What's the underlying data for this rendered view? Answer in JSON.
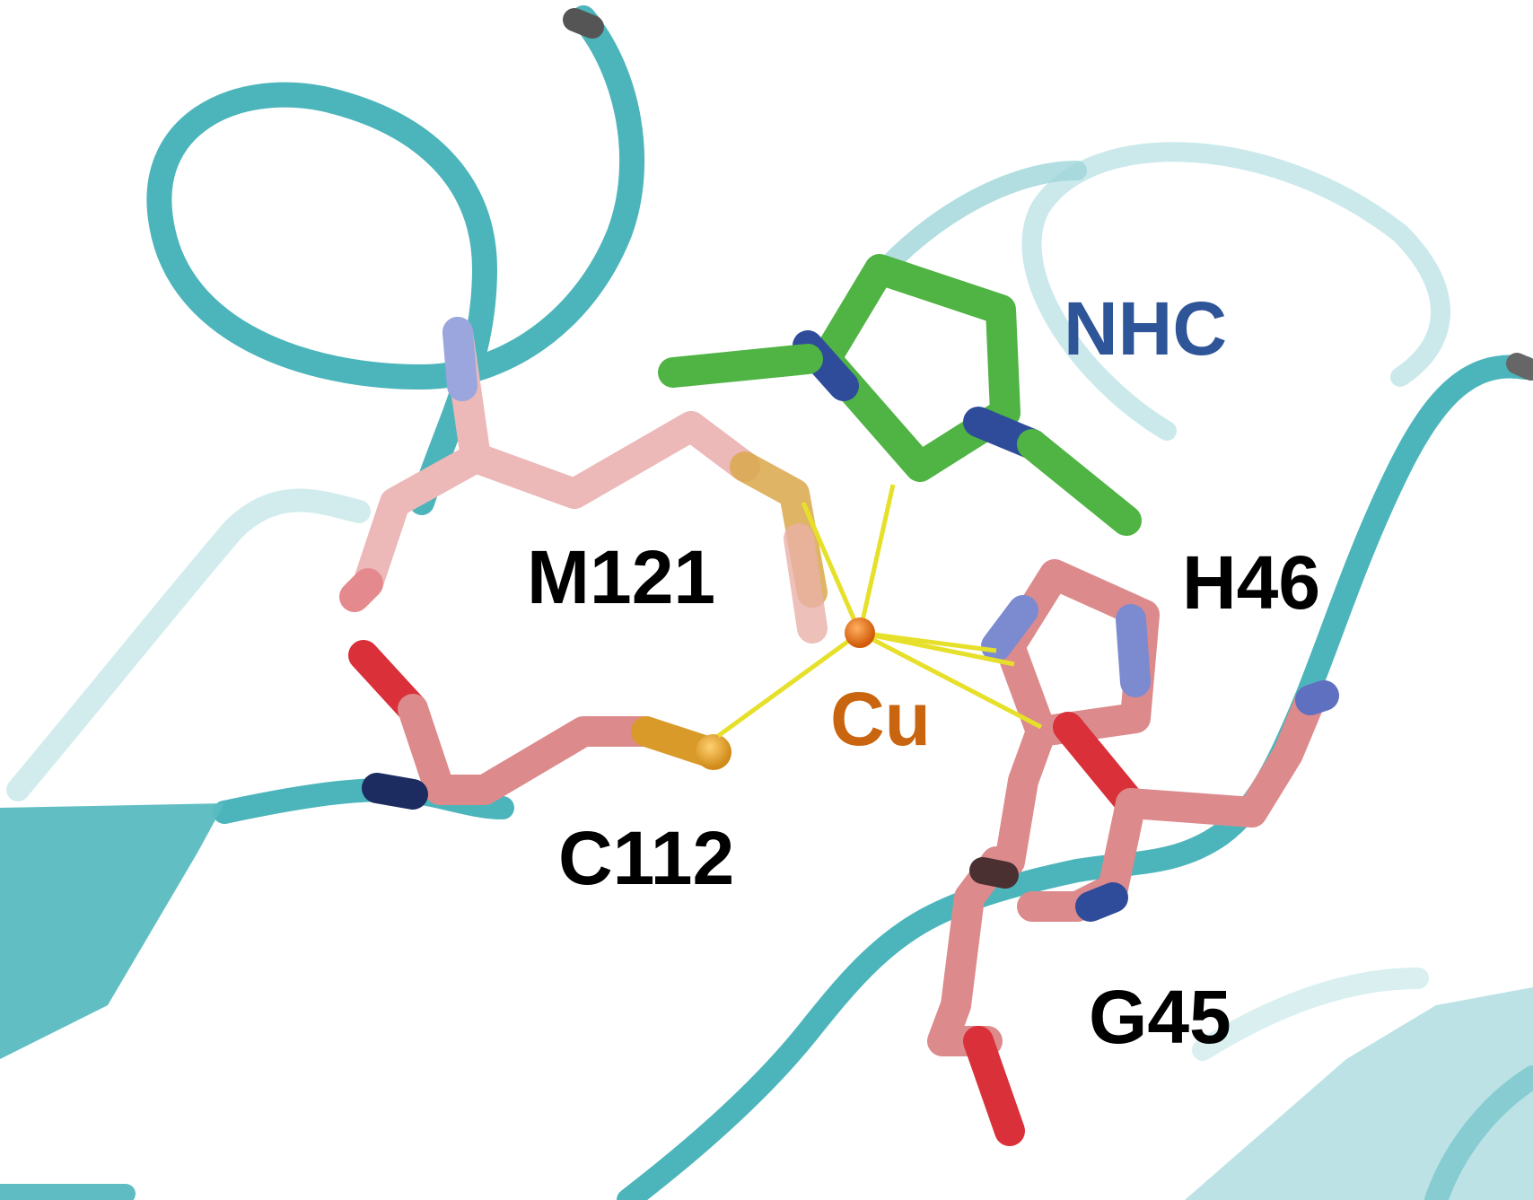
{
  "labels": {
    "nhc": "NHC",
    "m121": "M121",
    "h46": "H46",
    "cu": "Cu",
    "c112": "C112",
    "g45": "G45"
  },
  "colors": {
    "background": "#ffffff",
    "ribbon": "#4cb5bb",
    "ribbon_light": "#a8dadd",
    "carbon_residue": "#dc8a8c",
    "carbon_residue_light": "#ecb8b8",
    "carbon_nhc": "#4fb444",
    "nitrogen": "#2f4c9a",
    "nitrogen_light": "#9aa6dd",
    "oxygen": "#d9303a",
    "sulfur": "#d99a2a",
    "copper": "#e06e12",
    "coordination_bond": "#e6e02a",
    "label_dark": "#000000",
    "label_nhc": "#2d5597",
    "label_cu": "#c9650f"
  }
}
